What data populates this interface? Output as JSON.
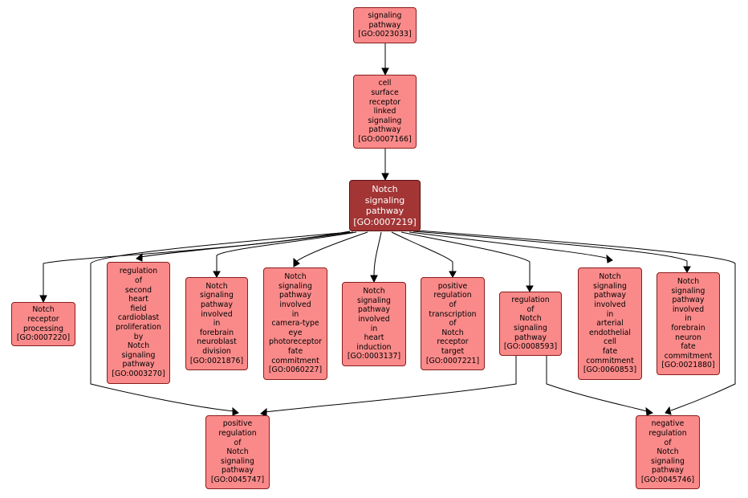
{
  "nodes": [
    {
      "id": "n_0023033",
      "label": "signaling\npathway\n[GO:0023033]",
      "focus": false
    },
    {
      "id": "n_0007166",
      "label": "cell\nsurface\nreceptor\nlinked\nsignaling\npathway\n[GO:0007166]",
      "focus": false
    },
    {
      "id": "n_0007219",
      "label": "Notch\nsignaling\npathway\n[GO:0007219]",
      "focus": true
    },
    {
      "id": "n_0007220",
      "label": "Notch\nreceptor\nprocessing\n[GO:0007220]",
      "focus": false
    },
    {
      "id": "n_0003270",
      "label": "regulation\nof\nsecond\nheart\nfield\ncardioblast\nproliferation\nby\nNotch\nsignaling\npathway\n[GO:0003270]",
      "focus": false
    },
    {
      "id": "n_0021876",
      "label": "Notch\nsignaling\npathway\ninvolved\nin\nforebrain\nneuroblast\ndivision\n[GO:0021876]",
      "focus": false
    },
    {
      "id": "n_0060227",
      "label": "Notch\nsignaling\npathway\ninvolved\nin\ncamera-type\neye\nphotoreceptor\nfate\ncommitment\n[GO:0060227]",
      "focus": false
    },
    {
      "id": "n_0003137",
      "label": "Notch\nsignaling\npathway\ninvolved\nin\nheart\ninduction\n[GO:0003137]",
      "focus": false
    },
    {
      "id": "n_0007221",
      "label": "positive\nregulation\nof\ntranscription\nof\nNotch\nreceptor\ntarget\n[GO:0007221]",
      "focus": false
    },
    {
      "id": "n_0008593",
      "label": "regulation\nof\nNotch\nsignaling\npathway\n[GO:0008593]",
      "focus": false
    },
    {
      "id": "n_0060853",
      "label": "Notch\nsignaling\npathway\ninvolved\nin\narterial\nendothelial\ncell\nfate\ncommitment\n[GO:0060853]",
      "focus": false
    },
    {
      "id": "n_0021880",
      "label": "Notch\nsignaling\npathway\ninvolved\nin\nforebrain\nneuron\nfate\ncommitment\n[GO:0021880]",
      "focus": false
    },
    {
      "id": "n_0045747",
      "label": "positive\nregulation\nof\nNotch\nsignaling\npathway\n[GO:0045747]",
      "focus": false
    },
    {
      "id": "n_0045746",
      "label": "negative\nregulation\nof\nNotch\nsignaling\npathway\n[GO:0045746]",
      "focus": false
    }
  ],
  "edges": [
    {
      "from": "n_0023033",
      "to": "n_0007166"
    },
    {
      "from": "n_0007166",
      "to": "n_0007219"
    },
    {
      "from": "n_0007219",
      "to": "n_0007220"
    },
    {
      "from": "n_0007219",
      "to": "n_0003270"
    },
    {
      "from": "n_0007219",
      "to": "n_0021876"
    },
    {
      "from": "n_0007219",
      "to": "n_0060227"
    },
    {
      "from": "n_0007219",
      "to": "n_0003137"
    },
    {
      "from": "n_0007219",
      "to": "n_0007221"
    },
    {
      "from": "n_0007219",
      "to": "n_0008593"
    },
    {
      "from": "n_0007219",
      "to": "n_0060853"
    },
    {
      "from": "n_0007219",
      "to": "n_0021880"
    },
    {
      "from": "n_0007219",
      "to": "n_0045747"
    },
    {
      "from": "n_0007219",
      "to": "n_0045746"
    },
    {
      "from": "n_0008593",
      "to": "n_0045747"
    },
    {
      "from": "n_0008593",
      "to": "n_0045746"
    }
  ],
  "colors": {
    "node_fill": "#fa8a8a",
    "node_border": "#8a1c1c",
    "focus_fill": "#a33535",
    "focus_text": "#ffffff",
    "edge": "#000000"
  }
}
